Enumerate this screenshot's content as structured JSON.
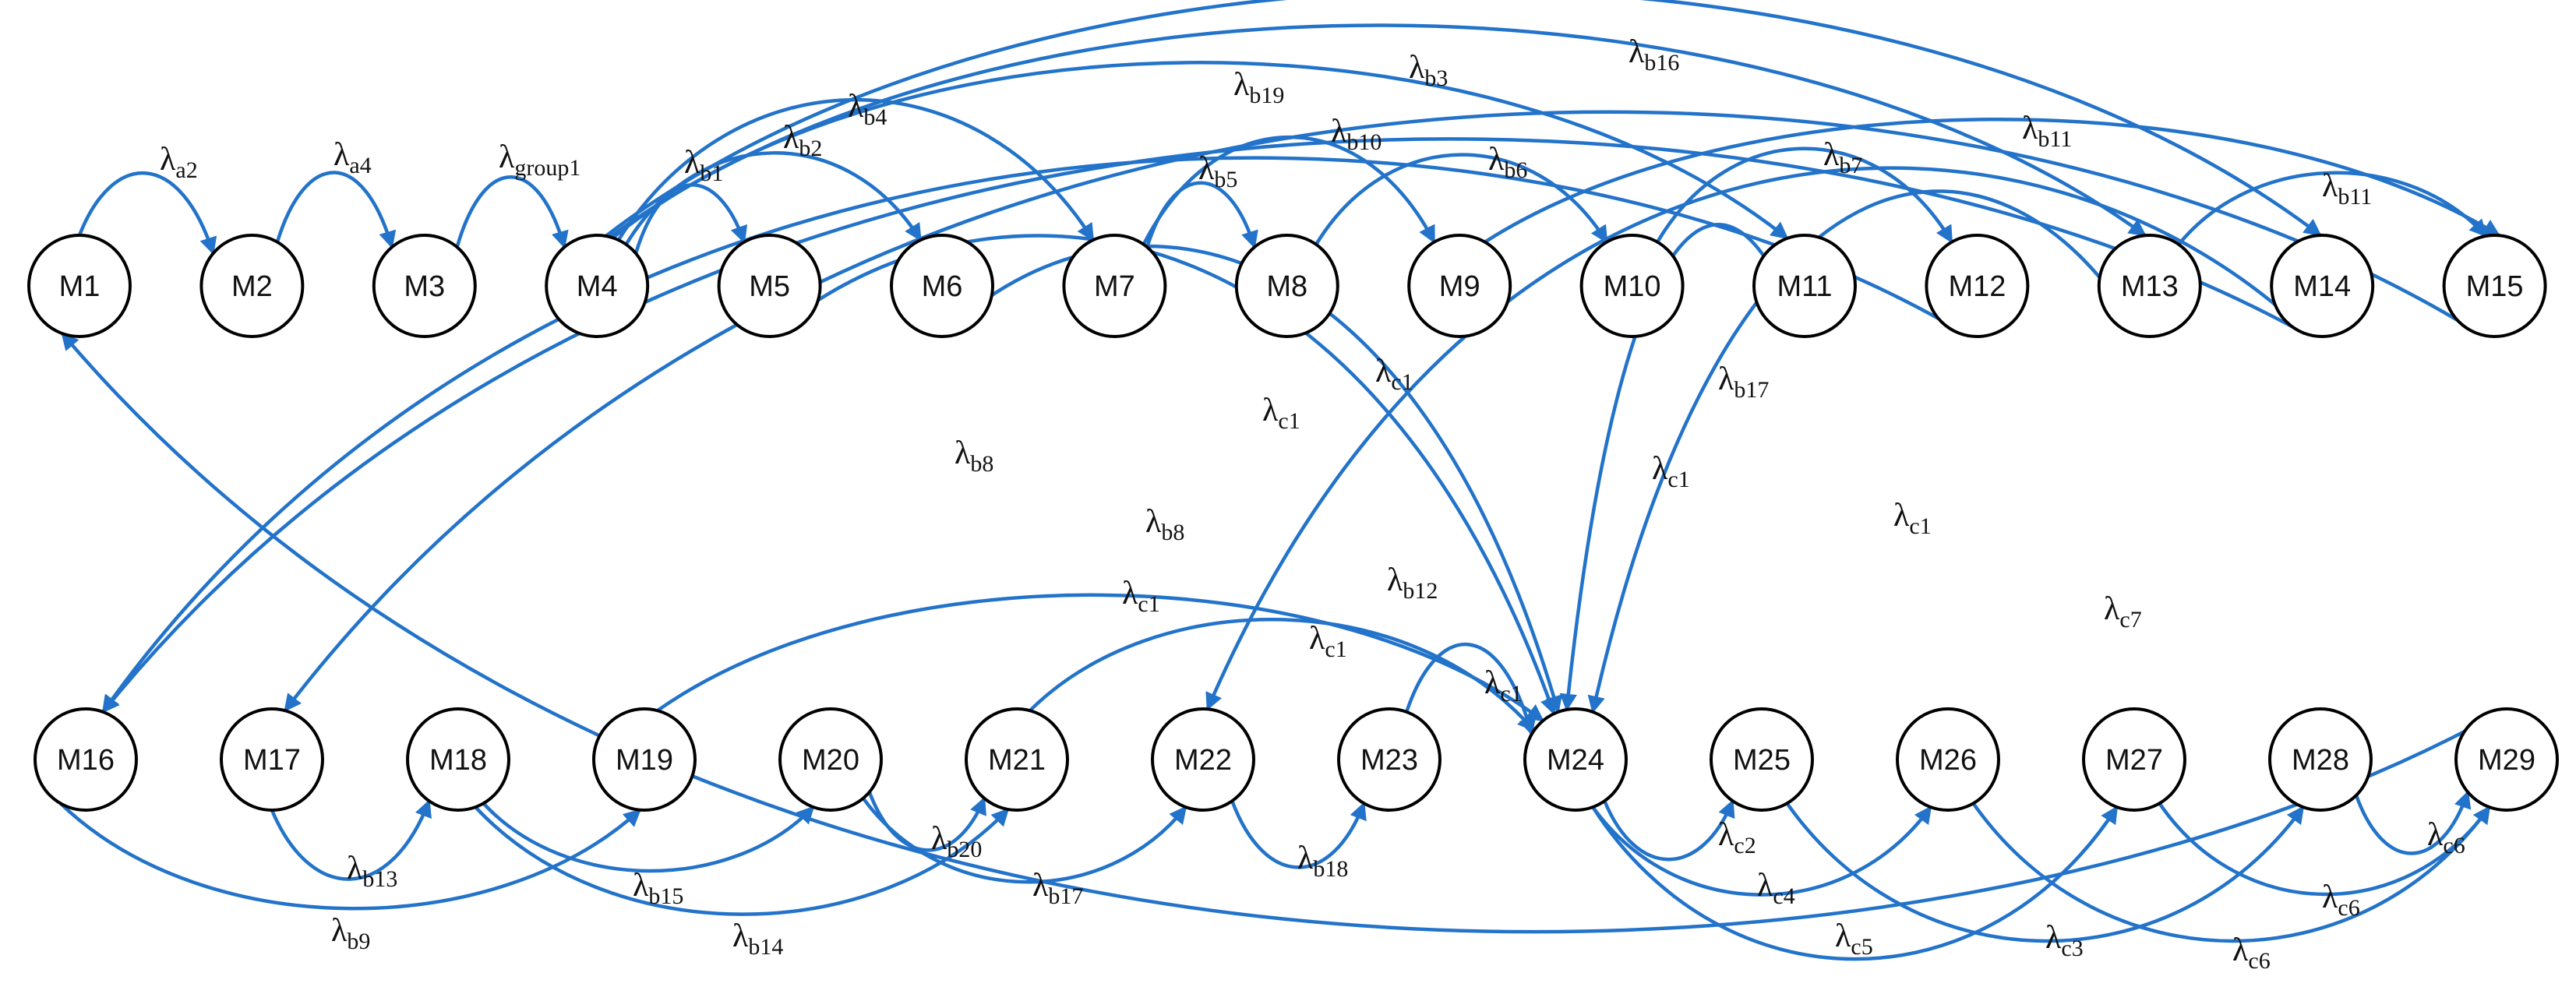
{
  "colors": {
    "edge": "#2273C9",
    "node_stroke": "#000000",
    "text": "#111111"
  },
  "symbol": "λ",
  "nodes": [
    {
      "id": "M1",
      "label": "M1"
    },
    {
      "id": "M2",
      "label": "M2"
    },
    {
      "id": "M3",
      "label": "M3"
    },
    {
      "id": "M4",
      "label": "M4"
    },
    {
      "id": "M5",
      "label": "M5"
    },
    {
      "id": "M6",
      "label": "M6"
    },
    {
      "id": "M7",
      "label": "M7"
    },
    {
      "id": "M8",
      "label": "M8"
    },
    {
      "id": "M9",
      "label": "M9"
    },
    {
      "id": "M10",
      "label": "M10"
    },
    {
      "id": "M11",
      "label": "M11"
    },
    {
      "id": "M12",
      "label": "M12"
    },
    {
      "id": "M13",
      "label": "M13"
    },
    {
      "id": "M14",
      "label": "M14"
    },
    {
      "id": "M15",
      "label": "M15"
    },
    {
      "id": "M16",
      "label": "M16"
    },
    {
      "id": "M17",
      "label": "M17"
    },
    {
      "id": "M18",
      "label": "M18"
    },
    {
      "id": "M19",
      "label": "M19"
    },
    {
      "id": "M20",
      "label": "M20"
    },
    {
      "id": "M21",
      "label": "M21"
    },
    {
      "id": "M22",
      "label": "M22"
    },
    {
      "id": "M23",
      "label": "M23"
    },
    {
      "id": "M24",
      "label": "M24"
    },
    {
      "id": "M25",
      "label": "M25"
    },
    {
      "id": "M26",
      "label": "M26"
    },
    {
      "id": "M27",
      "label": "M27"
    },
    {
      "id": "M28",
      "label": "M28"
    },
    {
      "id": "M29",
      "label": "M29"
    }
  ],
  "edges": [
    {
      "from": "M1",
      "to": "M2",
      "label": "a2"
    },
    {
      "from": "M2",
      "to": "M3",
      "label": "a4"
    },
    {
      "from": "M3",
      "to": "M4",
      "label": "group1"
    },
    {
      "from": "M4",
      "to": "M5",
      "label": "b1"
    },
    {
      "from": "M4",
      "to": "M6",
      "label": "b2"
    },
    {
      "from": "M4",
      "to": "M7",
      "label": "b4"
    },
    {
      "from": "M4",
      "to": "M11",
      "label": "b19"
    },
    {
      "from": "M4",
      "to": "M13",
      "label": "b3"
    },
    {
      "from": "M4",
      "to": "M14",
      "label": "b16"
    },
    {
      "from": "M7",
      "to": "M8",
      "label": "b5"
    },
    {
      "from": "M7",
      "to": "M9",
      "label": "b10"
    },
    {
      "from": "M8",
      "to": "M10",
      "label": "b6"
    },
    {
      "from": "M10",
      "to": "M12",
      "label": "b7"
    },
    {
      "from": "M9",
      "to": "M15",
      "label": "b11"
    },
    {
      "from": "M13",
      "to": "M15",
      "label": "b11"
    },
    {
      "from": "M5",
      "to": "M24",
      "label": "c1"
    },
    {
      "from": "M6",
      "to": "M24",
      "label": "c1"
    },
    {
      "from": "M11",
      "to": "M24",
      "label": "c1"
    },
    {
      "from": "M13",
      "to": "M24",
      "label": "c1"
    },
    {
      "from": "M14",
      "to": "M22",
      "label": "b17"
    },
    {
      "from": "M12",
      "to": "M16",
      "label": "b8"
    },
    {
      "from": "M14",
      "to": "M16",
      "label": "b8"
    },
    {
      "from": "M15",
      "to": "M17",
      "label": "b12"
    },
    {
      "from": "M29",
      "to": "M1",
      "label": "c7"
    },
    {
      "from": "M19",
      "to": "M24",
      "label": "c1"
    },
    {
      "from": "M21",
      "to": "M24",
      "label": "c1"
    },
    {
      "from": "M23",
      "to": "M24",
      "label": "c1"
    },
    {
      "from": "M17",
      "to": "M18",
      "label": "b13"
    },
    {
      "from": "M16",
      "to": "M19",
      "label": "b9"
    },
    {
      "from": "M18",
      "to": "M20",
      "label": "b15"
    },
    {
      "from": "M18",
      "to": "M21",
      "label": "b14"
    },
    {
      "from": "M20",
      "to": "M21",
      "label": "b20"
    },
    {
      "from": "M20",
      "to": "M22",
      "label": "b17"
    },
    {
      "from": "M22",
      "to": "M23",
      "label": "b18"
    },
    {
      "from": "M24",
      "to": "M25",
      "label": "c2"
    },
    {
      "from": "M24",
      "to": "M26",
      "label": "c4"
    },
    {
      "from": "M24",
      "to": "M27",
      "label": "c5"
    },
    {
      "from": "M25",
      "to": "M28",
      "label": "c3"
    },
    {
      "from": "M26",
      "to": "M29",
      "label": "c6"
    },
    {
      "from": "M27",
      "to": "M29",
      "label": "c6"
    },
    {
      "from": "M28",
      "to": "M29",
      "label": "c6"
    }
  ]
}
